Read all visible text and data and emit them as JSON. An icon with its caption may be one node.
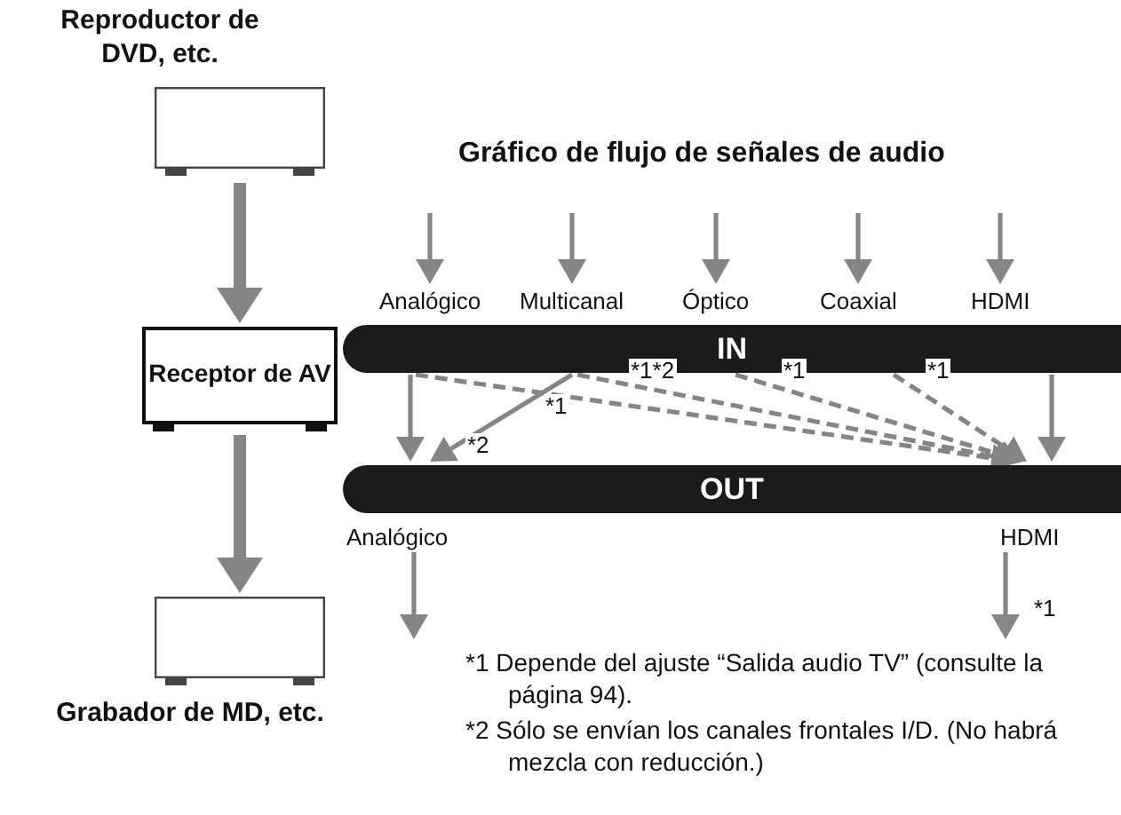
{
  "diagram": {
    "title": "Gráfico de flujo de señales de audio",
    "nodes": [
      {
        "text": [
          "Reproductor de DVD, etc."
        ]
      },
      {
        "text": [
          "Receptor de AV"
        ]
      },
      {
        "text": [
          "Grabador de MD, etc."
        ]
      },
      {
        "text": [
          "Analógico"
        ]
      },
      {
        "text": [
          "Multicanal"
        ]
      },
      {
        "text": [
          "Óptico"
        ]
      },
      {
        "text": [
          "Coaxial"
        ]
      },
      {
        "text": [
          "HDMI"
        ]
      },
      {
        "text": [
          "IN"
        ]
      },
      {
        "text": [
          "OUT"
        ]
      },
      {
        "text": [
          "Analógico"
        ]
      },
      {
        "text": [
          "HDMI"
        ]
      }
    ],
    "edges": [
      {
        "from": 0,
        "to": 1,
        "arrow": "to",
        "style": "thick"
      },
      {
        "from": 1,
        "to": 2,
        "arrow": "to",
        "style": "thick"
      },
      {
        "from": null,
        "to": 3,
        "arrow": "to"
      },
      {
        "from": null,
        "to": 4,
        "arrow": "to"
      },
      {
        "from": null,
        "to": 5,
        "arrow": "to"
      },
      {
        "from": null,
        "to": 6,
        "arrow": "to"
      },
      {
        "from": null,
        "to": 7,
        "arrow": "to"
      },
      {
        "from": 8,
        "to": 9,
        "arrow": "to"
      },
      {
        "from": 8,
        "to": 9,
        "arrow": "to",
        "style": "dashed",
        "label": "*1"
      },
      {
        "from": 8,
        "to": 9,
        "arrow": "to",
        "label": "*2"
      },
      {
        "from": 8,
        "to": 9,
        "arrow": "to",
        "style": "dashed",
        "label": "*1*2"
      },
      {
        "from": 8,
        "to": 9,
        "arrow": "to",
        "style": "dashed",
        "label": "*1"
      },
      {
        "from": 8,
        "to": 9,
        "arrow": "to",
        "style": "dashed",
        "label": "*1"
      },
      {
        "from": 8,
        "to": 9,
        "arrow": "to"
      },
      {
        "from": 10,
        "to": null,
        "arrow": "to"
      },
      {
        "from": 11,
        "to": null,
        "arrow": "to",
        "label": "*1"
      }
    ],
    "labels": [
      "*1 Depende del ajuste “Salida audio TV” (consulte la página 94).",
      "*2 Sólo se envían los canales frontales I/D. (No habrá mezcla con reducción.)"
    ]
  }
}
